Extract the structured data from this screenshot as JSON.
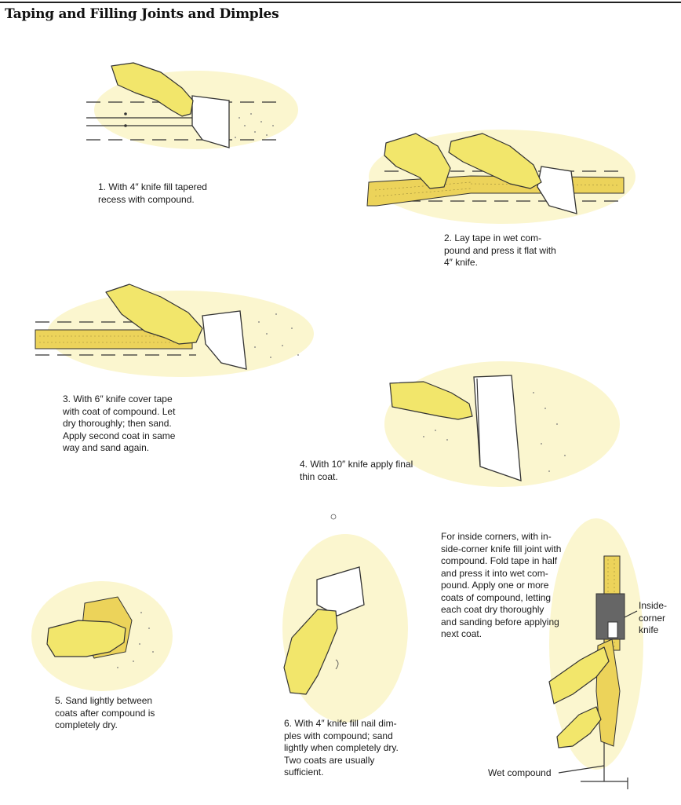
{
  "page": {
    "title": "Taping and Filling Joints and Dimples"
  },
  "steps": [
    {
      "caption": "1. With 4″ knife fill tapered\nrecess with compound."
    },
    {
      "caption": "2. Lay tape in wet com-\npound and press it flat with\n4″ knife."
    },
    {
      "caption": "3. With 6″ knife cover tape\nwith coat of compound. Let\ndry thoroughly; then sand.\nApply second coat in same\nway and sand again."
    },
    {
      "caption": "4. With 10″ knife apply final\nthin coat."
    },
    {
      "caption": "5. Sand lightly between\ncoats after compound is\ncompletely dry."
    },
    {
      "caption": "6. With 4″ knife fill nail dim-\nples with compound; sand\nlightly when completely dry.\nTwo coats are usually\nsufficient."
    }
  ],
  "corner": {
    "caption": "For inside corners, with in-\nside-corner knife fill joint with\ncompound. Fold tape in half\nand press it into wet com-\npound. Apply one or more\ncoats of compound, letting\neach coat dry thoroughly\nand sanding before applying\nnext coat.",
    "knife_label": "Inside-\ncorner\nknife",
    "compound_label": "Wet compound"
  },
  "colors": {
    "hand": "#f2e66b",
    "wash": "#fbf6cf",
    "tape": "#ecd35a",
    "rule": "#222222"
  },
  "icons": [
    "hand-with-knife-illustration",
    "hand-with-sanding-block-illustration",
    "inside-corner-knife-illustration"
  ]
}
